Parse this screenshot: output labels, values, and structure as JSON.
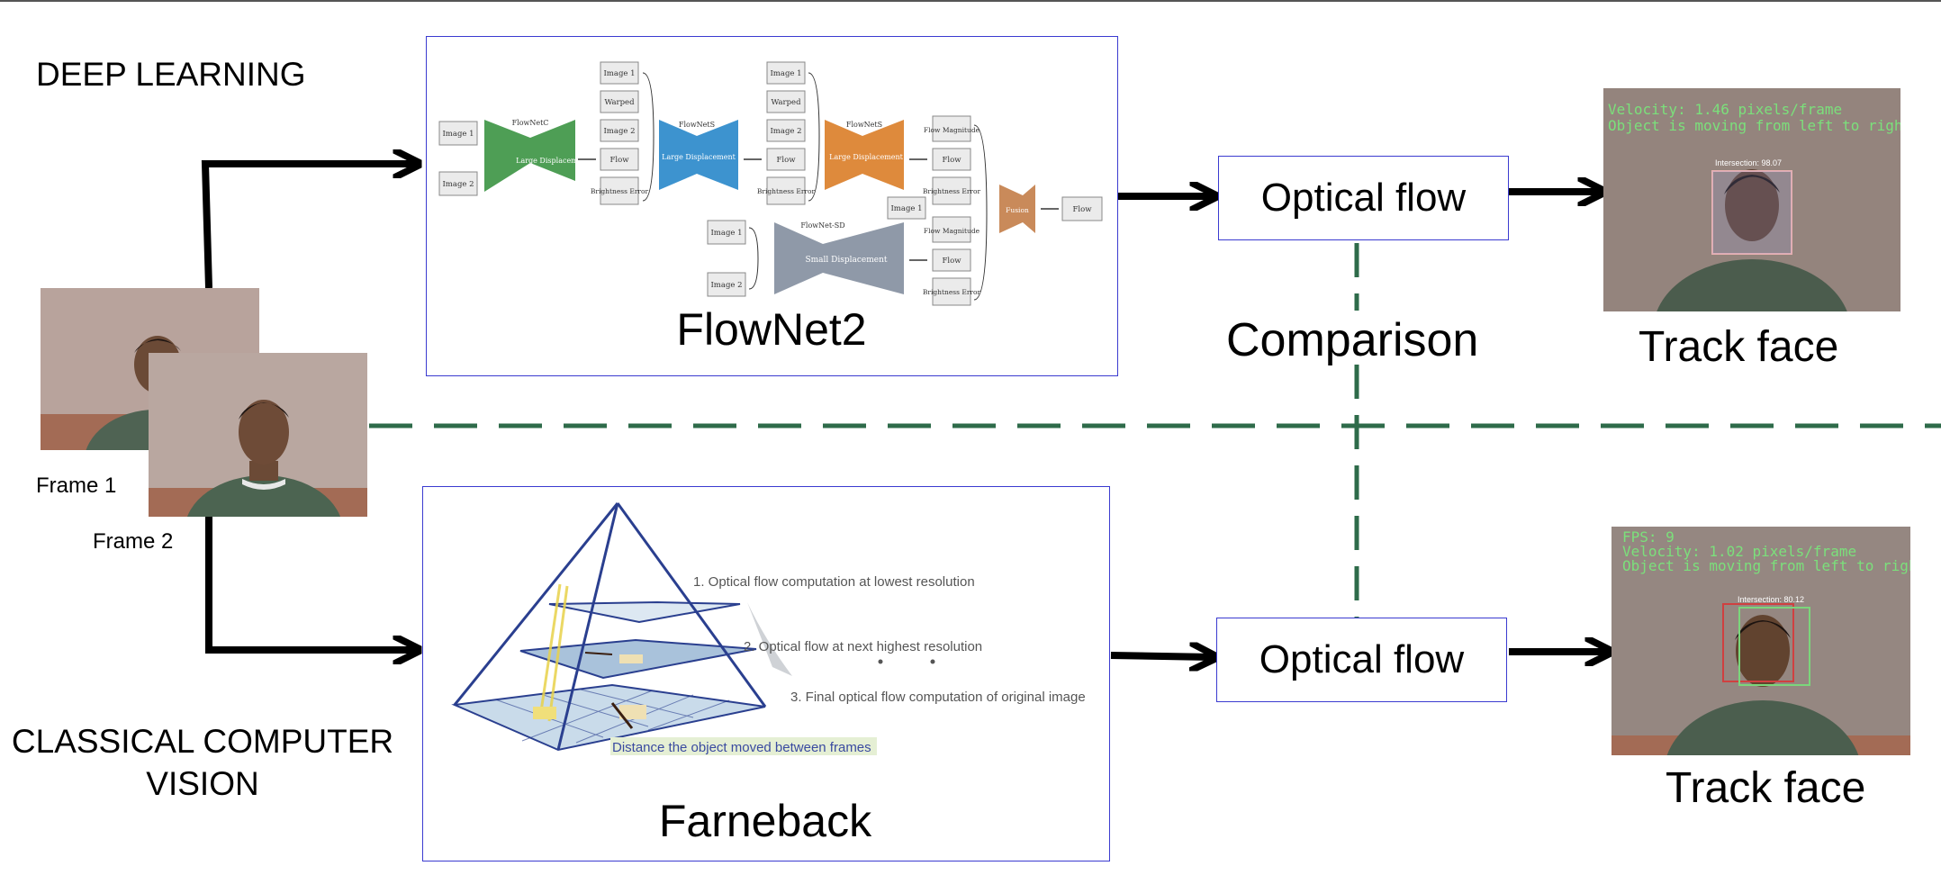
{
  "labels": {
    "deep_learning": "DEEP LEARNING",
    "classical_line1": "CLASSICAL COMPUTER",
    "classical_line2": "VISION",
    "frame1": "Frame 1",
    "frame2": "Frame 2",
    "flownet2": "FlowNet2",
    "farneback": "Farneback",
    "comparison": "Comparison",
    "optical_flow_top": "Optical flow",
    "optical_flow_bottom": "Optical flow",
    "track_face_top": "Track face",
    "track_face_bottom": "Track face"
  },
  "flownet_diagram": {
    "image1": "Image 1",
    "image2": "Image 2",
    "warped": "Warped",
    "flow": "Flow",
    "brightness_error": "Brightness Error",
    "flow_magnitude": "Flow Magnitude",
    "flownetc": "FlowNetC",
    "flownets": "FlowNetS",
    "flownetsd": "FlowNet-SD",
    "large_displacement": "Large Displacement",
    "small_displacement": "Small Displacement",
    "fusion": "Fusion"
  },
  "pyramid_diagram": {
    "step1": "1. Optical flow computation at lowest resolution",
    "step2": "2. Optical flow at next highest resolution",
    "step3": "3. Final optical flow computation of original image",
    "distance": "Distance the object moved between frames"
  },
  "overlay_top": {
    "velocity": "Velocity: 1.46 pixels/frame",
    "direction": "Object is moving from left to right",
    "intersection": "Intersection: 98.07"
  },
  "overlay_bottom": {
    "fps": "FPS: 9",
    "velocity": "Velocity: 1.02 pixels/frame",
    "direction": "Object is moving from left to right",
    "intersection": "Intersection: 80.12"
  },
  "colors": {
    "box_border": "#3b3bd0",
    "dashed_line": "#2e6b4a",
    "overlay_text": "#7be07b",
    "green_net": "#4e9e55",
    "blue_net": "#3d93cf",
    "orange_net": "#de8a3c",
    "gray_net": "#8f99a8"
  }
}
